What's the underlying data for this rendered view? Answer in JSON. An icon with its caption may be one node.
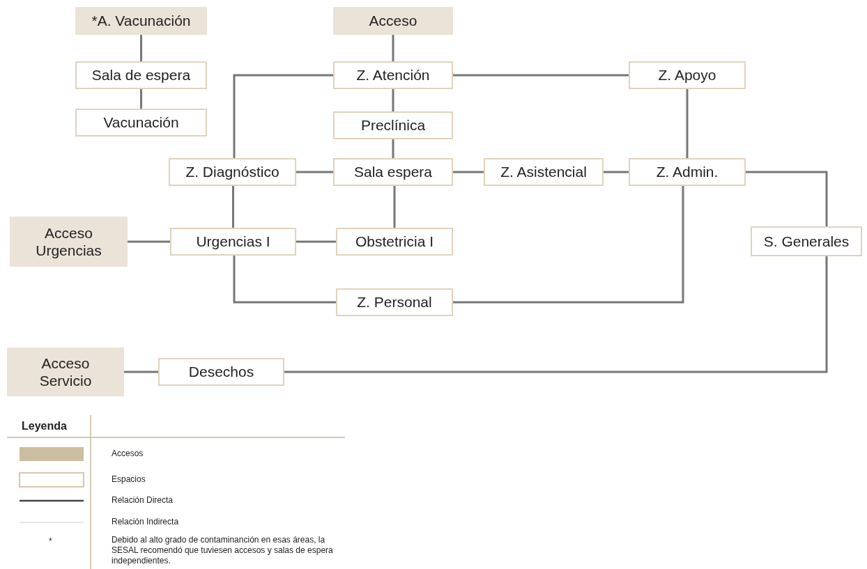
{
  "diagram": {
    "nodes": [
      {
        "text": [
          "*A. Vacunación"
        ]
      },
      {
        "text": [
          "Acceso"
        ]
      },
      {
        "text": [
          "Sala de espera"
        ]
      },
      {
        "text": [
          "Z. Atención"
        ]
      },
      {
        "text": [
          "Z. Apoyo"
        ]
      },
      {
        "text": [
          "Vacunación"
        ]
      },
      {
        "text": [
          "Preclínica"
        ]
      },
      {
        "text": [
          "Z. Diagnóstico"
        ]
      },
      {
        "text": [
          "Sala espera"
        ]
      },
      {
        "text": [
          "Z. Asistencial"
        ]
      },
      {
        "text": [
          "Z. Admin."
        ]
      },
      {
        "text": [
          "Acceso Urgencias"
        ]
      },
      {
        "text": [
          "Urgencias I"
        ]
      },
      {
        "text": [
          "Obstetricia I"
        ]
      },
      {
        "text": [
          "S. Generales"
        ]
      },
      {
        "text": [
          "Z. Personal"
        ]
      },
      {
        "text": [
          "Acceso Servicio"
        ]
      },
      {
        "text": [
          "Desechos"
        ]
      }
    ],
    "edges": [
      {
        "from": 0,
        "to": 2,
        "arrow": "none"
      },
      {
        "from": 2,
        "to": 5,
        "arrow": "none"
      },
      {
        "from": 1,
        "to": 3,
        "arrow": "none"
      },
      {
        "from": 3,
        "to": 4,
        "arrow": "none"
      },
      {
        "from": 3,
        "to": 7,
        "arrow": "none"
      },
      {
        "from": 3,
        "to": 6,
        "arrow": "none"
      },
      {
        "from": 6,
        "to": 8,
        "arrow": "none"
      },
      {
        "from": 7,
        "to": 8,
        "arrow": "none"
      },
      {
        "from": 8,
        "to": 9,
        "arrow": "none"
      },
      {
        "from": 9,
        "to": 10,
        "arrow": "none"
      },
      {
        "from": 4,
        "to": 10,
        "arrow": "none"
      },
      {
        "from": 10,
        "to": 14,
        "arrow": "none"
      },
      {
        "from": 7,
        "to": 12,
        "arrow": "none"
      },
      {
        "from": 8,
        "to": 13,
        "arrow": "none"
      },
      {
        "from": 11,
        "to": 12,
        "arrow": "none"
      },
      {
        "from": 12,
        "to": 13,
        "arrow": "none"
      },
      {
        "from": 12,
        "to": 15,
        "arrow": "none"
      },
      {
        "from": 15,
        "to": 10,
        "arrow": "none"
      },
      {
        "from": 16,
        "to": 17,
        "arrow": "none"
      },
      {
        "from": 17,
        "to": 14,
        "arrow": "none"
      }
    ],
    "labels": [
      "Leyenda",
      "*",
      "Debido al alto grado de contaminanción en esas áreas, la SESAL recomendó que tuviesen accesos y salas de espera independientes."
    ],
    "legend": [
      {
        "text": "Accesos",
        "color": "#cbbd9f"
      },
      {
        "text": "Espacios"
      },
      {
        "text": "Relación Directa"
      },
      {
        "text": "Relación Indirecta"
      }
    ]
  }
}
